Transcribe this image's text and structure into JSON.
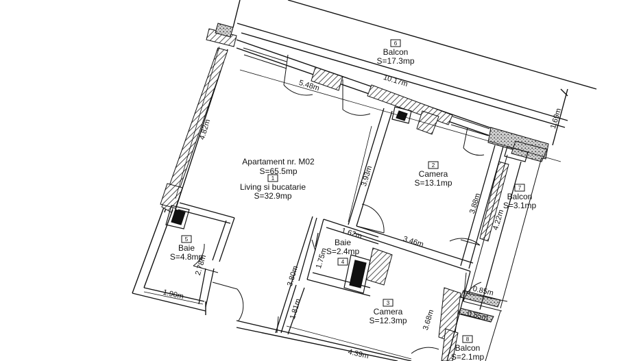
{
  "plan": {
    "apartment": {
      "name": "Apartament nr. M02",
      "area": "S=65.5mp"
    },
    "rooms": [
      {
        "id": "living",
        "number": "1",
        "name": "Living si bucatarie",
        "area": "S=32.9mp"
      },
      {
        "id": "camera-2",
        "number": "2",
        "name": "Camera",
        "area": "S=13.1mp"
      },
      {
        "id": "camera-3",
        "number": "3",
        "name": "Camera",
        "area": "S=12.3mp"
      },
      {
        "id": "baie-4",
        "number": "4",
        "name": "Baie",
        "area": "S=2.4mp"
      },
      {
        "id": "baie-5",
        "number": "5",
        "name": "Baie",
        "area": "S=4.8mp"
      },
      {
        "id": "balcon-6",
        "number": "6",
        "name": "Balcon",
        "area": "S=17.3mp"
      },
      {
        "id": "balcon-7",
        "number": "7",
        "name": "Balcon",
        "area": "S=3.1mp"
      },
      {
        "id": "balcon-8",
        "number": "8",
        "name": "Balcon",
        "area": "S=2.1mp"
      }
    ],
    "dimensions": {
      "living_width": "5.48m",
      "balcony_length": "10.17m",
      "living_depth": "4.82m",
      "wall_camera2": "3.93m",
      "camera2_side": "3.88m",
      "balcony7_side": "4.22m",
      "balcony6_depth": "1.69m",
      "baie4_width": "1.62m",
      "baie4_depth": "1.75m",
      "camera2_bottom": "3.46m",
      "baie5_side": "2.78m",
      "baie5_width": "1.90m",
      "corridor": "3.80m",
      "niche": "1.81m",
      "camera3_side": "3.68m",
      "camera3_bottom": "4.39m",
      "balcony8_top": "0.85m",
      "balcony8_bottom": "0.85m"
    }
  }
}
